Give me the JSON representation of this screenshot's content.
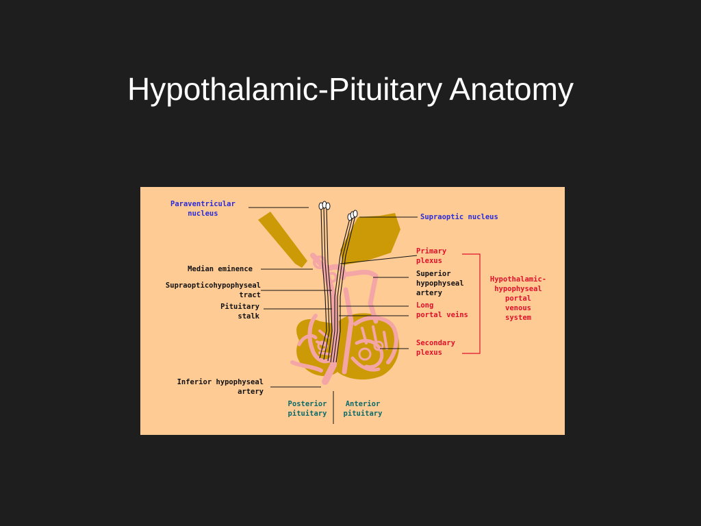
{
  "slide": {
    "title": "Hypothalamic-Pituitary Anatomy"
  },
  "diagram": {
    "labels": {
      "paraventricular": [
        "Paraventricular",
        "nucleus"
      ],
      "supraoptic": [
        "Supraoptic nucleus"
      ],
      "median_eminence": [
        "Median eminence"
      ],
      "tract": [
        "Supraopticohypophyseal",
        "tract"
      ],
      "stalk": [
        "Pituitary",
        "stalk"
      ],
      "inferior_artery": [
        "Inferior hypophyseal",
        "artery"
      ],
      "posterior": [
        "Posterior",
        "pituitary"
      ],
      "anterior": [
        "Anterior",
        "pituitary"
      ],
      "primary_plexus": [
        "Primary",
        "plexus"
      ],
      "superior_artery": [
        "Superior",
        "hypophyseal",
        "artery"
      ],
      "long_portal": [
        "Long",
        "portal veins"
      ],
      "secondary_plexus": [
        "Secondary",
        "plexus"
      ],
      "portal_system": [
        "Hypothalamic-",
        "hypophyseal",
        "portal",
        "venous",
        "system"
      ]
    },
    "colors": {
      "background": "#fecb94",
      "tissue": "#cc9a06",
      "vessels": "#f4a6a6",
      "blue_labels": "#2a2ad8",
      "red_labels": "#e0102a",
      "teal_labels": "#0a6a6a"
    }
  }
}
